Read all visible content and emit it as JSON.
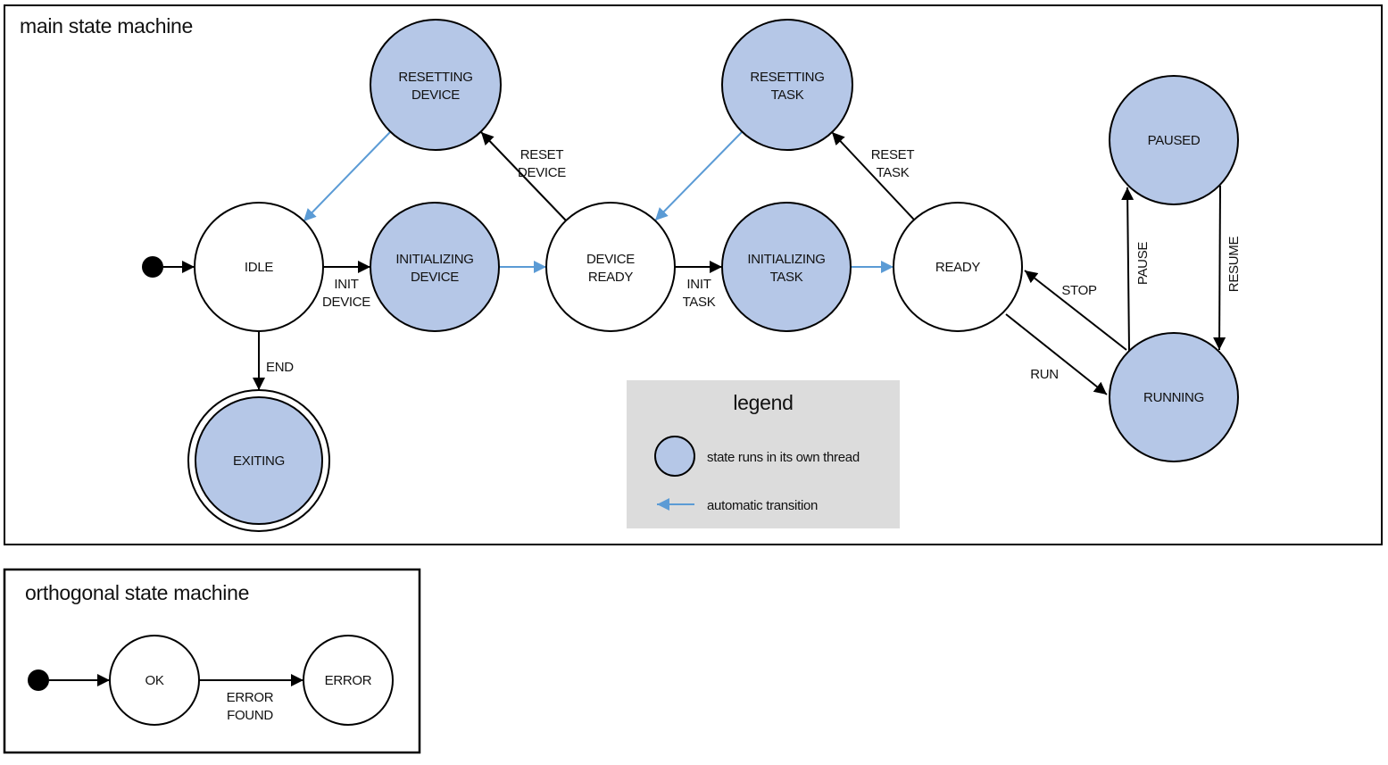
{
  "main": {
    "title": "main state machine",
    "states": {
      "resetting_device": {
        "line1": "RESETTING",
        "line2": "DEVICE"
      },
      "resetting_task": {
        "line1": "RESETTING",
        "line2": "TASK"
      },
      "idle": {
        "label": "IDLE"
      },
      "initializing_device": {
        "line1": "INITIALIZING",
        "line2": "DEVICE"
      },
      "device_ready": {
        "line1": "DEVICE",
        "line2": "READY"
      },
      "initializing_task": {
        "line1": "INITIALIZING",
        "line2": "TASK"
      },
      "ready": {
        "label": "READY"
      },
      "paused": {
        "label": "PAUSED"
      },
      "running": {
        "label": "RUNNING"
      },
      "exiting": {
        "label": "EXITING"
      }
    },
    "transitions": {
      "init_device": {
        "line1": "INIT",
        "line2": "DEVICE"
      },
      "reset_device": {
        "line1": "RESET",
        "line2": "DEVICE"
      },
      "init_task": {
        "line1": "INIT",
        "line2": "TASK"
      },
      "reset_task": {
        "line1": "RESET",
        "line2": "TASK"
      },
      "end": {
        "label": "END"
      },
      "run": {
        "label": "RUN"
      },
      "stop": {
        "label": "STOP"
      },
      "pause": {
        "label": "PAUSE"
      },
      "resume": {
        "label": "RESUME"
      }
    }
  },
  "legend": {
    "title": "legend",
    "thread_state_label": "state runs in its own thread",
    "auto_transition_label": "automatic transition"
  },
  "orthogonal": {
    "title": "orthogonal state machine",
    "states": {
      "ok": {
        "label": "OK"
      },
      "error": {
        "label": "ERROR"
      }
    },
    "transitions": {
      "error_found": {
        "line1": "ERROR",
        "line2": "FOUND"
      }
    }
  },
  "colors": {
    "thread_state_fill": "#b5c7e7",
    "auto_transition_blue": "#5b9bd5",
    "legend_background": "#dcdcdc",
    "outline": "#000000"
  }
}
